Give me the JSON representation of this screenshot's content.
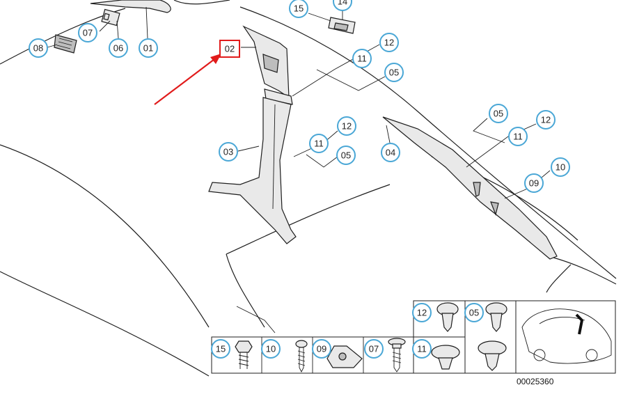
{
  "diagram": {
    "reference_number": "00025360",
    "selected_part": "02",
    "callouts": [
      {
        "id": "c-15-top",
        "label": "15"
      },
      {
        "id": "c-14",
        "label": "14"
      },
      {
        "id": "c-07",
        "label": "07"
      },
      {
        "id": "c-08",
        "label": "08"
      },
      {
        "id": "c-06",
        "label": "06"
      },
      {
        "id": "c-01",
        "label": "01"
      },
      {
        "id": "c-12-a",
        "label": "12"
      },
      {
        "id": "c-11-a",
        "label": "11"
      },
      {
        "id": "c-05-a",
        "label": "05"
      },
      {
        "id": "c-12-b",
        "label": "12"
      },
      {
        "id": "c-11-b",
        "label": "11"
      },
      {
        "id": "c-05-b",
        "label": "05"
      },
      {
        "id": "c-03",
        "label": "03"
      },
      {
        "id": "c-04",
        "label": "04"
      },
      {
        "id": "c-05-c",
        "label": "05"
      },
      {
        "id": "c-12-c",
        "label": "12"
      },
      {
        "id": "c-11-c",
        "label": "11"
      },
      {
        "id": "c-10-a",
        "label": "10"
      },
      {
        "id": "c-09-a",
        "label": "09"
      }
    ],
    "legend_cells": [
      {
        "id": "l-15",
        "label": "15"
      },
      {
        "id": "l-10",
        "label": "10"
      },
      {
        "id": "l-09",
        "label": "09"
      },
      {
        "id": "l-07",
        "label": "07"
      },
      {
        "id": "l-11",
        "label": "11"
      },
      {
        "id": "l-12",
        "label": "12"
      },
      {
        "id": "l-05",
        "label": "05"
      }
    ]
  },
  "colors": {
    "callout_ring": "#4aa7d6",
    "highlight": "#e11b1b"
  }
}
